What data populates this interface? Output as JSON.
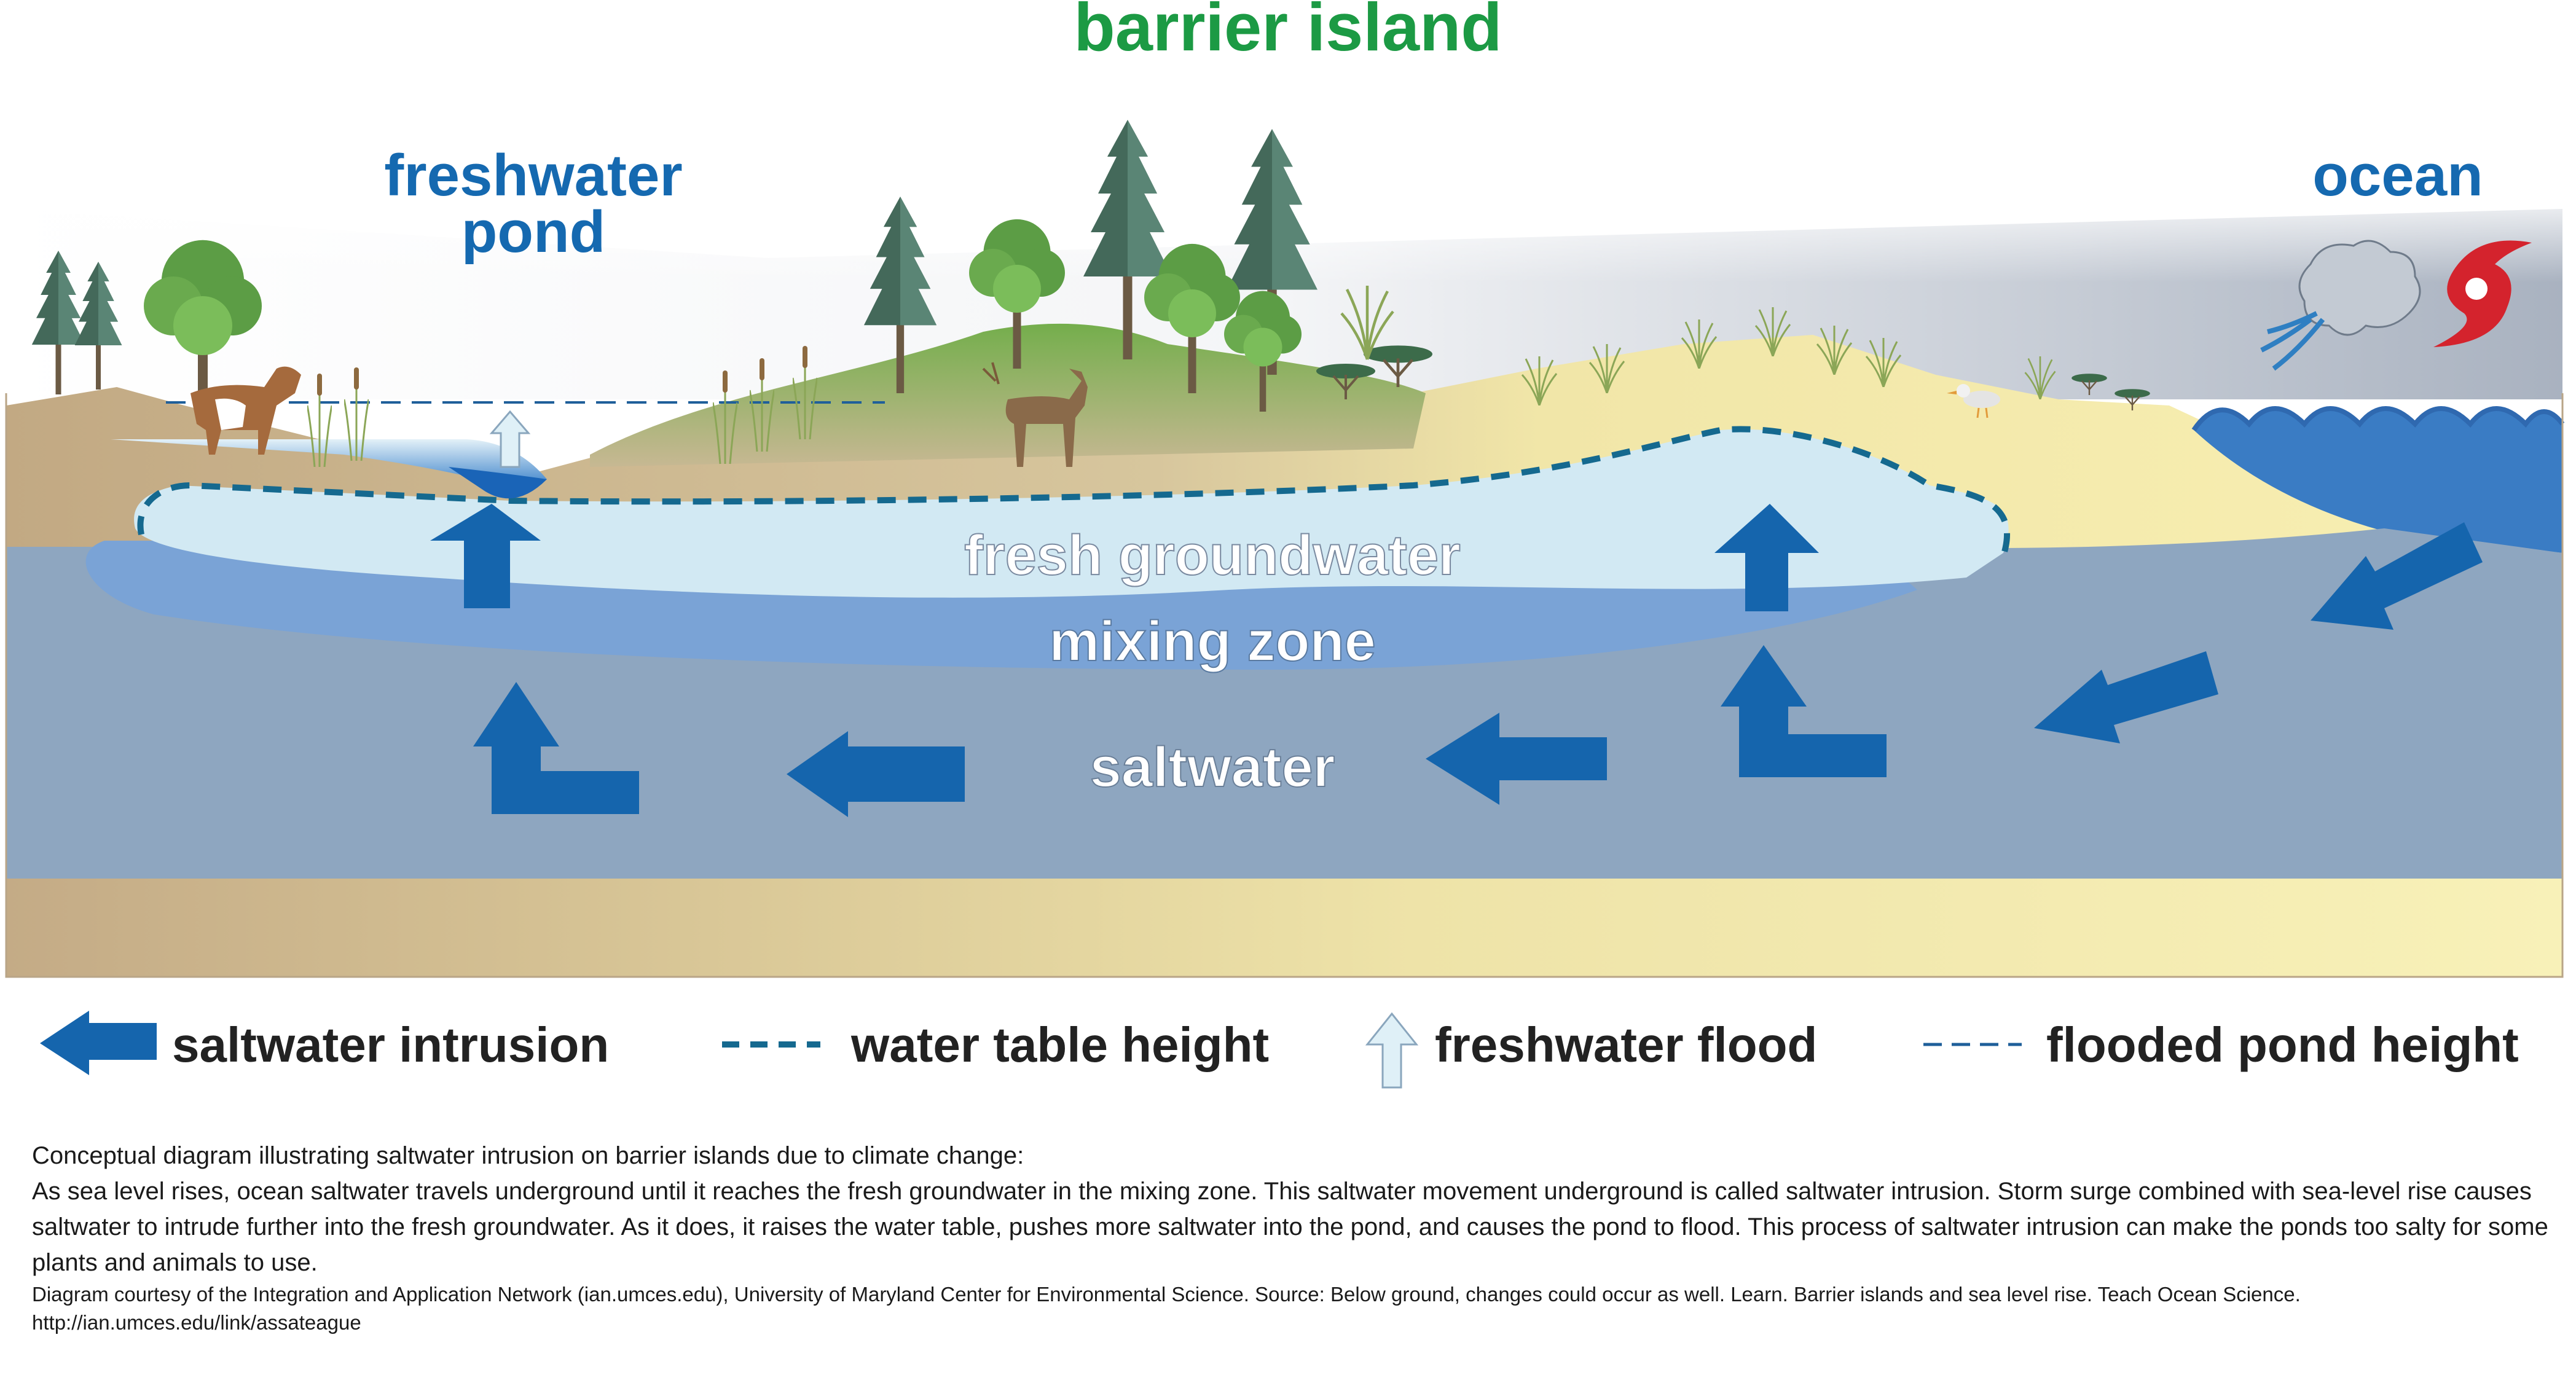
{
  "labels": {
    "title": "barrier island",
    "pond_line1": "freshwater",
    "pond_line2": "pond",
    "ocean": "ocean",
    "fresh_groundwater": "fresh groundwater",
    "mixing_zone": "mixing zone",
    "saltwater": "saltwater"
  },
  "legend": [
    {
      "label": "saltwater intrusion"
    },
    {
      "label": "water table height"
    },
    {
      "label": "freshwater flood"
    },
    {
      "label": "flooded pond height"
    }
  ],
  "caption": {
    "title": "Conceptual diagram illustrating saltwater intrusion on barrier islands due to climate change:",
    "body": "As sea level rises, ocean saltwater travels underground until it reaches the fresh groundwater in the mixing zone. This saltwater movement underground is called saltwater intrusion. Storm surge combined with sea-level rise causes saltwater to intrude further into the fresh groundwater. As it does, it raises the water table, pushes more saltwater into the pond, and causes the pond to flood. This process of saltwater intrusion can make the ponds too salty for some plants and animals to use.",
    "credit": "Diagram courtesy of the Integration and Application Network (ian.umces.edu), University of Maryland Center for Environmental Science. Source: Below ground, changes could occur as well. Learn. Barrier islands and sea level rise. Teach Ocean Science.",
    "link": "http://ian.umces.edu/link/assateague"
  },
  "colors": {
    "title_green": "#1c9a44",
    "label_blue": "#1569b0",
    "arrow_blue": "#1565ad",
    "water_table": "#15698f",
    "saltwater": "#8ea6c0",
    "mixing": "#7aa3d6",
    "fresh": "#d2e9f3",
    "ocean": "#3a78c2",
    "sand_light": "#f7efb0",
    "sand_dark": "#c3aa84",
    "hurricane": "#d4232d"
  },
  "icons": [
    "tree-icon",
    "horse-icon",
    "deer-icon",
    "bird-icon",
    "storm-cloud-icon",
    "hurricane-icon",
    "wave-icon",
    "grass-icon"
  ]
}
